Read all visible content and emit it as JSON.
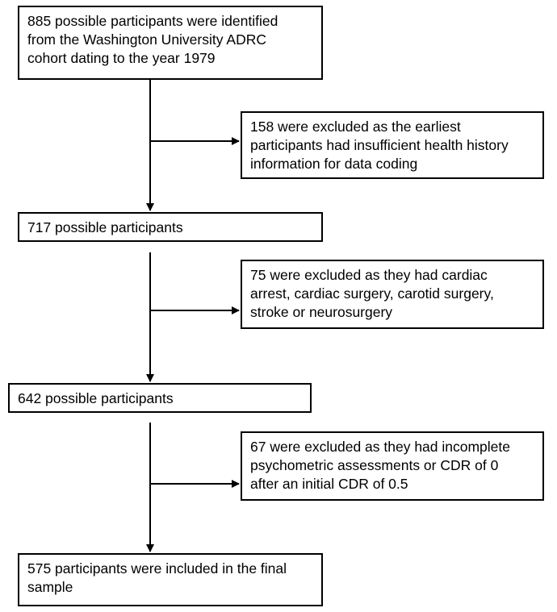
{
  "flowchart": {
    "steps": [
      {
        "label": "885 possible participants were identified\nfrom the Washington University ADRC\ncohort dating to the year 1979"
      },
      {
        "label": "717 possible participants"
      },
      {
        "label": "642 possible participants"
      },
      {
        "label": "575 participants were included in the final\nsample"
      }
    ],
    "exclusions": [
      {
        "label": "158 were excluded as the earliest\nparticipants had insufficient health history\ninformation for data coding"
      },
      {
        "label": "75 were excluded as they had cardiac\narrest, cardiac surgery, carotid surgery,\nstroke or neurosurgery"
      },
      {
        "label": "67 were excluded as they had incomplete\npsychometric assessments or CDR of 0\nafter an initial CDR of 0.5"
      }
    ],
    "colors": {
      "line": "#000000",
      "box_border": "#000000",
      "background": "#ffffff"
    }
  }
}
